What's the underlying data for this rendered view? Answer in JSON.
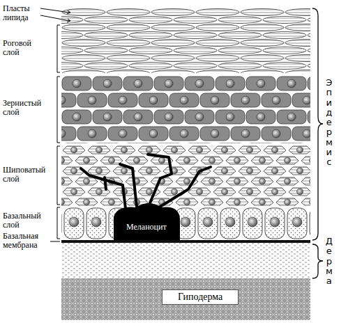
{
  "diagram": {
    "nodes": [
      {
        "text": [
          "Меланоцит"
        ]
      },
      {
        "text": [
          "Гиподерма"
        ]
      }
    ],
    "labels": [
      "Пласты липида",
      "Роговой слой",
      "Зернистый слой",
      "Шиповатый слой",
      "Базальный слой",
      "Базальная мембрана",
      "Эпидермис",
      "Дерма"
    ]
  }
}
